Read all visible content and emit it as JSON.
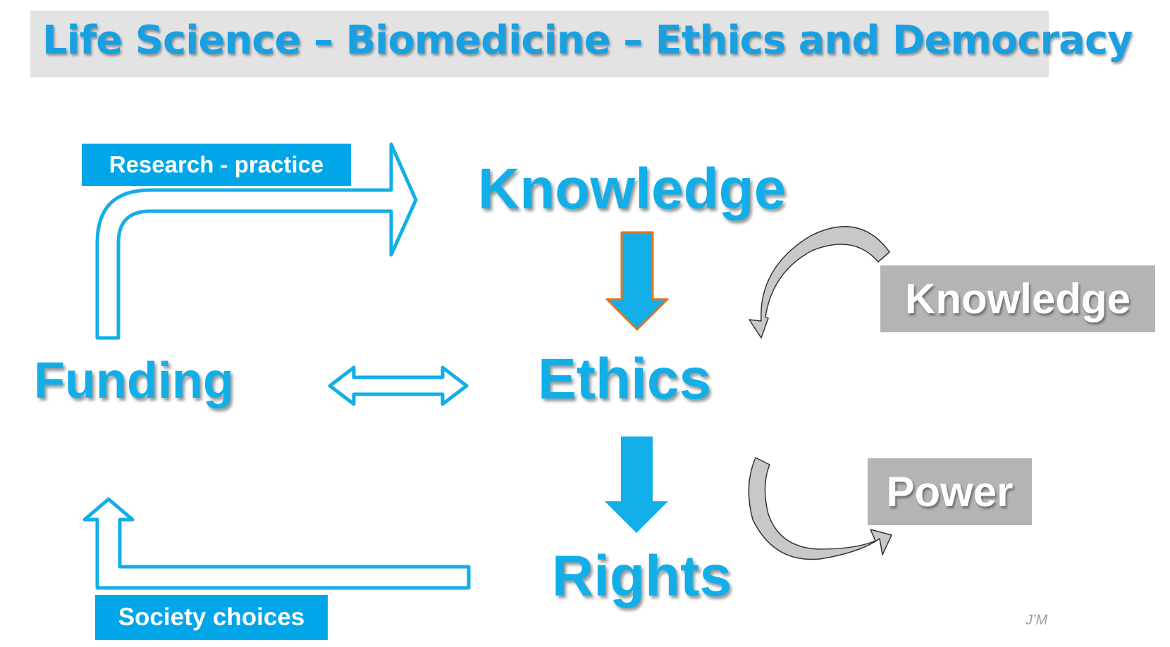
{
  "title": "Life Science – Biomedicine – Ethics and Democracy",
  "nodes": {
    "knowledge": "Knowledge",
    "ethics": "Ethics",
    "funding": "Funding",
    "rights": "Rights"
  },
  "labels": {
    "research_practice": "Research - practice",
    "society_choices": "Society choices",
    "knowledge_box": "Knowledge",
    "power_box": "Power"
  },
  "signature": "J’M",
  "colors": {
    "accent_blue": "#12aee8",
    "box_blue": "#00a6e8",
    "gray_box": "#b4b4b4",
    "arrow_outline_orange": "#e8731a",
    "title_bar": "#e3e3e3"
  }
}
